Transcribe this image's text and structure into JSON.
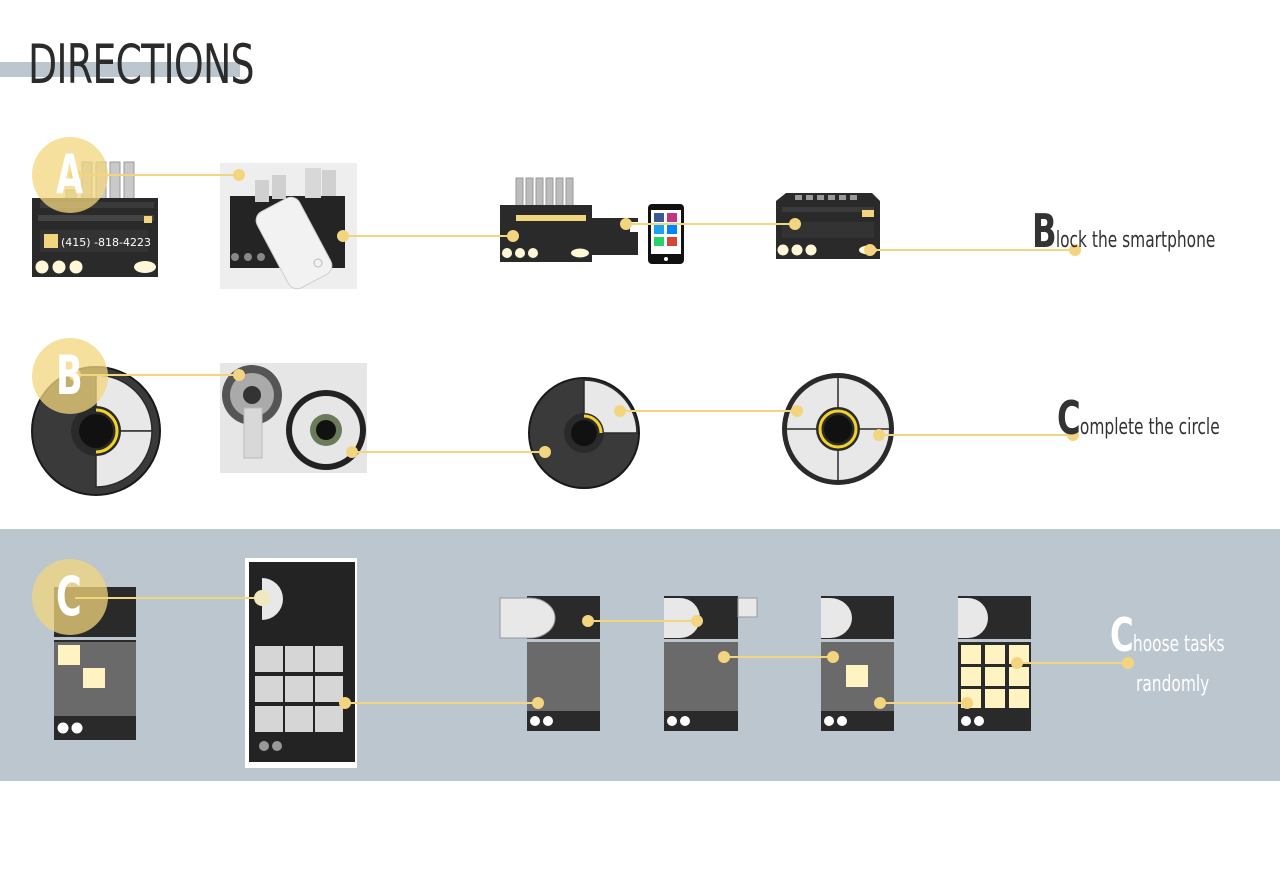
{
  "title": "DIRECTIONS",
  "colors": {
    "accent": "#f2d57e",
    "device": "#2a2a2a",
    "band": "#bcc6ce",
    "panel": "#ffffff"
  },
  "steps": [
    {
      "letter": "A",
      "caption_initial": "B",
      "caption_rest": "lock the smartphone",
      "phone_number": "(415)  -818-4223"
    },
    {
      "letter": "B",
      "caption_initial": "C",
      "caption_rest": "omplete the circle"
    },
    {
      "letter": "C",
      "caption_initial": "C",
      "caption_rest": "hoose tasks",
      "caption_line2": "randomly"
    }
  ],
  "icons": [
    "phone-icon",
    "facebook-icon",
    "instagram-icon",
    "twitter-icon",
    "whatsapp-icon",
    "gmail-icon",
    "messenger-icon"
  ]
}
